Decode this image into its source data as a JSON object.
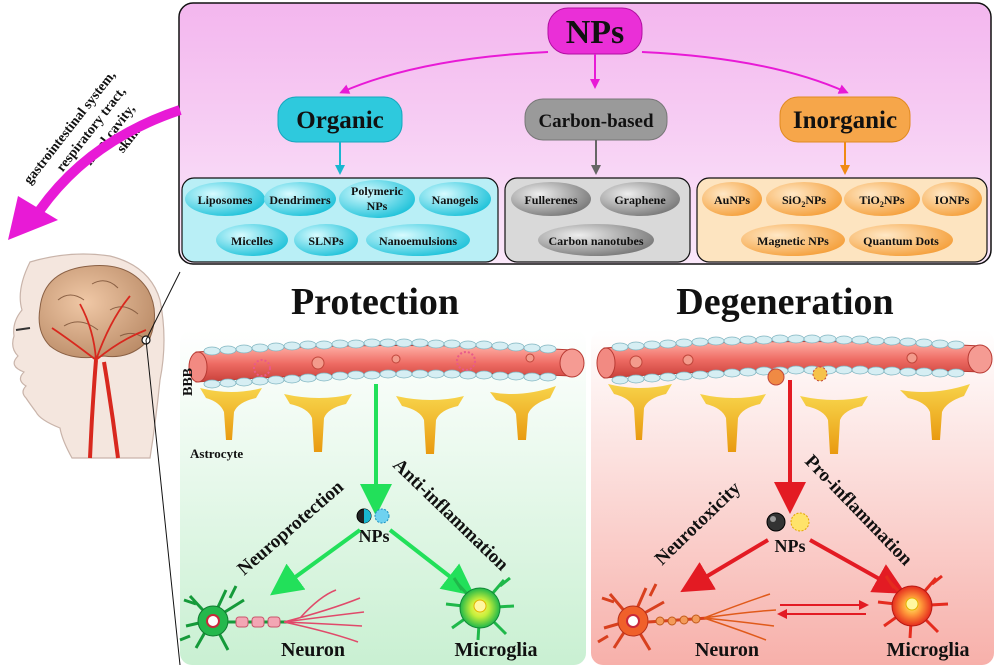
{
  "header": {
    "title": "NPs"
  },
  "routes": {
    "line1": "gastrointestinal system,",
    "line2": "respiratory tract,",
    "line3": "nasal cavity,",
    "line4": "skin."
  },
  "categories": [
    {
      "label": "Organic",
      "color": "#2ec9dd",
      "items": [
        "Liposomes",
        "Dendrimers",
        "Polymeric",
        "NPs",
        "Nanogels",
        "Micelles",
        "SLNPs",
        "Nanoemulsions"
      ]
    },
    {
      "label": "Carbon-based",
      "color": "#9a9a9a",
      "items": [
        "Fullerenes",
        "Graphene",
        "Carbon nanotubes"
      ]
    },
    {
      "label": "Inorganic",
      "color": "#f6a64a",
      "items": [
        "AuNPs",
        "SiO",
        "2",
        "NPs",
        "TiO",
        "2",
        "NPs",
        "IONPs",
        "Magnetic NPs",
        "Quantum Dots"
      ]
    }
  ],
  "sections": {
    "protection": {
      "title": "Protection",
      "barrier": "BBB",
      "astrocyte": "Astrocyte",
      "left_effect": "Neuroprotection",
      "right_effect": "Anti-inflammation",
      "np_label": "NPs",
      "cell_left": "Neuron",
      "cell_right": "Microglia"
    },
    "degeneration": {
      "title": "Degeneration",
      "left_effect": "Neurotoxicity",
      "right_effect": "Pro-inflammation",
      "np_label": "NPs",
      "cell_left": "Neuron",
      "cell_right": "Microglia"
    }
  },
  "colors": {
    "magenta": "#e81ad6",
    "panel_top": "#f6c6f2",
    "protect_arrow": "#22e05a",
    "degen_arrow": "#e31b23",
    "vessel": "#ee6b63",
    "astro": "#f1b31c"
  }
}
